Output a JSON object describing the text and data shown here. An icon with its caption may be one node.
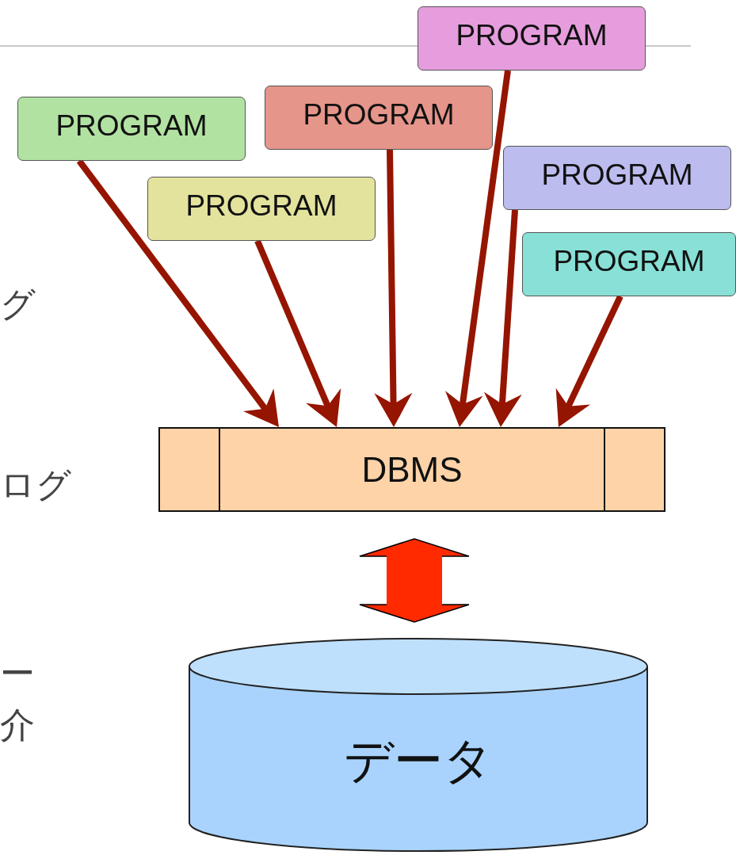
{
  "diagram": {
    "nodes": [
      {
        "text": [
          "PROGRAM"
        ]
      },
      {
        "text": [
          "PROGRAM"
        ]
      },
      {
        "text": [
          "PROGRAM"
        ]
      },
      {
        "text": [
          "PROGRAM"
        ]
      },
      {
        "text": [
          "PROGRAM"
        ]
      },
      {
        "text": [
          "PROGRAM"
        ]
      },
      {
        "text": [
          "DBMS"
        ]
      },
      {
        "text": [
          "データ"
        ]
      }
    ],
    "edges": [
      {
        "from": 0,
        "to": 6,
        "arrow": "to"
      },
      {
        "from": 1,
        "to": 6,
        "arrow": "to"
      },
      {
        "from": 2,
        "to": 6,
        "arrow": "to"
      },
      {
        "from": 3,
        "to": 6,
        "arrow": "to"
      },
      {
        "from": 4,
        "to": 6,
        "arrow": "to"
      },
      {
        "from": 5,
        "to": 6,
        "arrow": "to"
      },
      {
        "from": 6,
        "to": 7,
        "arrow": "both",
        "style": "thick",
        "color": "#ff2a00"
      }
    ],
    "labels": [
      "グ",
      "ログ",
      "ー",
      "介"
    ]
  }
}
